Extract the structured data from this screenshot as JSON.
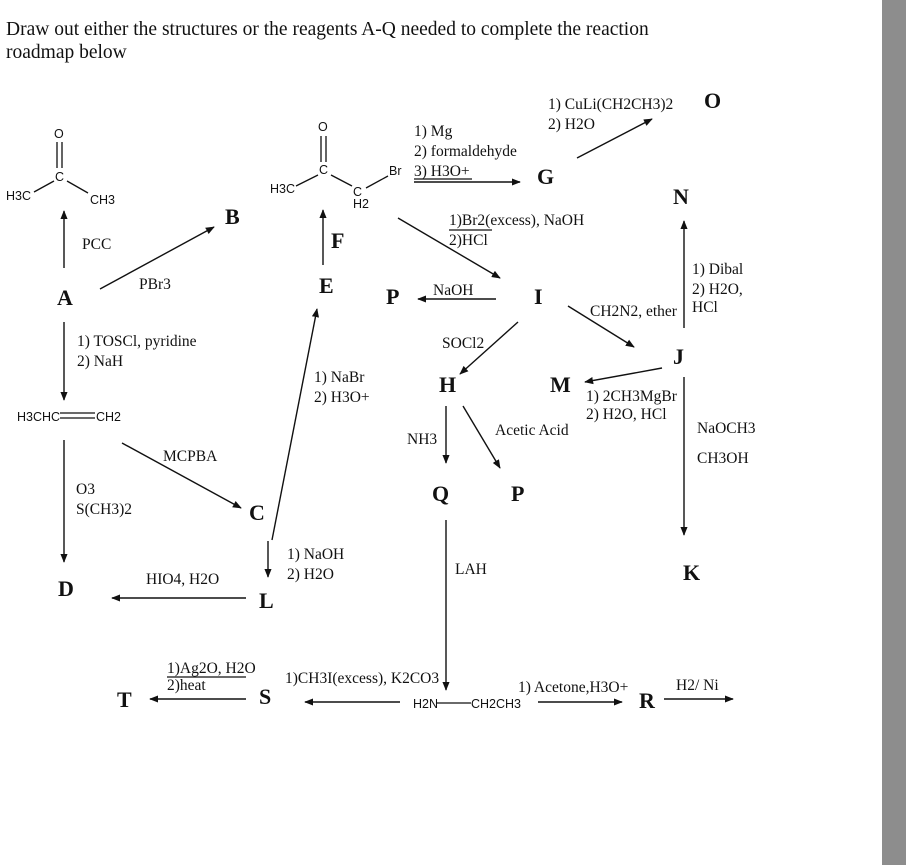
{
  "header": {
    "question_line1": "Draw out either the structures or the reagents A-Q needed to complete the reaction",
    "question_line2": "roadmap below"
  },
  "theme": {
    "text_color": "#111111",
    "sidebar_color": "#8d8d8d",
    "background": "#ffffff"
  },
  "compounds": {
    "A": "A",
    "B": "B",
    "C": "C",
    "D": "D",
    "E": "E",
    "F": "F",
    "G": "G",
    "H": "H",
    "I": "I",
    "J": "J",
    "K": "K",
    "L": "L",
    "M": "M",
    "N": "N",
    "O": "O",
    "P1": "P",
    "P2": "P",
    "Q": "Q",
    "R": "R",
    "S": "S",
    "T": "T"
  },
  "molecules": {
    "acetone": {
      "o": "O",
      "c": "C",
      "left": "H3C",
      "right": "CH3"
    },
    "bromoketone": {
      "o": "O",
      "c": "C",
      "left": "H3C",
      "ch2": "C",
      "h2": "H2",
      "br": "Br"
    },
    "propene": {
      "left": "H3CHC",
      "right": "CH2"
    },
    "ethylamine": {
      "left": "H2N",
      "right": "CH2CH3"
    }
  },
  "reagents": {
    "pcc": "PCC",
    "pbr3": "PBr3",
    "tos_1": "1) TOSCl, pyridine",
    "tos_2": "2) NaH",
    "o3_1": "O3",
    "o3_2": "S(CH3)2",
    "mcpba": "MCPBA",
    "hio4": "HIO4, H2O",
    "naoh_1": "1) NaOH",
    "naoh_2": "2) H2O",
    "nabr_1": "1) NaBr",
    "nabr_2": "2) H3O+",
    "grig_1": "1) Mg",
    "grig_2": "2) formaldehyde",
    "grig_3": "3) H3O+",
    "cuprate_1": "1) CuLi(CH2CH3)2",
    "cuprate_2": "2) H2O",
    "br2_1": "1)Br2(excess), NaOH",
    "br2_2": "2)HCl",
    "naoh_p": "NaOH",
    "socl2": "SOCl2",
    "ch2n2": "CH2N2, ether",
    "dibal_1": "1) Dibal",
    "dibal_2": "2) H2O,",
    "dibal_3": "HCl",
    "ch3mgbr_1": "1) 2CH3MgBr",
    "ch3mgbr_2": "2) H2O, HCl",
    "acetic": "Acetic Acid",
    "nh3": "NH3",
    "naoch3": "NaOCH3",
    "ch3oh": "CH3OH",
    "lah": "LAH",
    "ch3i": "1)CH3I(excess), K2CO3",
    "ag2o_1": "1)Ag2O, H2O",
    "ag2o_2": "2)heat",
    "acetone_h": "1) Acetone,H3O+",
    "h2ni": "H2/ Ni"
  }
}
